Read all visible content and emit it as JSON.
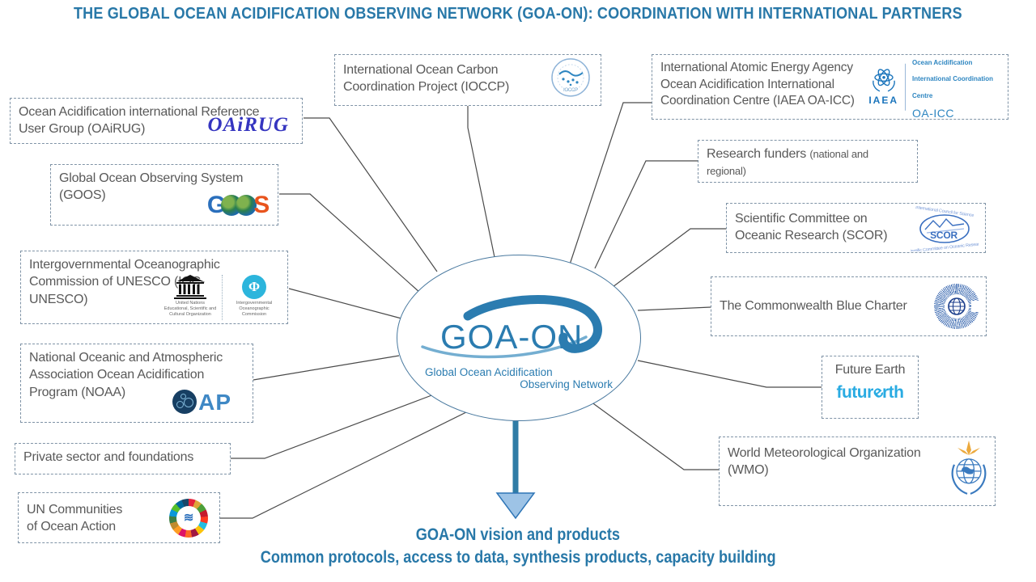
{
  "title": "THE GLOBAL OCEAN ACIDIFICATION OBSERVING NETWORK (GOA-ON): COORDINATION WITH INTERNATIONAL PARTNERS",
  "center": {
    "logo": "GOA-ON",
    "sub1": "Global Ocean Acidification",
    "sub2": "Observing Network"
  },
  "footer": {
    "line1": "GOA-ON vision and products",
    "line2": "Common protocols, access to data, synthesis products, capacity building"
  },
  "colors": {
    "accent": "#2878a8",
    "box_text": "#595959",
    "box_border": "#7f93a6",
    "connector": "#4a4a4a",
    "arrow_stem": "#2f7ca6",
    "arrow_head": "#9dc3e6",
    "goaon_blue": "#2b7cb0",
    "future_earth_blue": "#29abe2"
  },
  "partners": {
    "oairug": {
      "label": "Ocean Acidification international Reference User Group (OAiRUG)",
      "logo": "OAiRUG"
    },
    "goos": {
      "label": "Global Ocean Observing System (GOOS)",
      "logo_g": "G",
      "logo_s": "S"
    },
    "ioc_unesco": {
      "label": "Intergovernmental Oceanographic Commission of UNESCO (IOC-UNESCO)",
      "unesco_caption": "United Nations Educational, Scientific and Cultural Organization",
      "ioc_caption": "Intergovernmental Oceanographic Commission",
      "ioc_glyph": "Φ"
    },
    "noaa": {
      "label": "National Oceanic and Atmospheric Association Ocean Acidification Program (NOAA)",
      "logo_suffix": "AP"
    },
    "private": {
      "label": "Private sector and foundations"
    },
    "un_coa": {
      "label": "UN Communities of Ocean Action",
      "wheel_glyph": "≋"
    },
    "ioccp": {
      "label": "International Ocean Carbon Coordination Project (IOCCP)",
      "logo": "IOCCP"
    },
    "iaea": {
      "label": "International Atomic Energy Agency Ocean Acidification International Coordination Centre (IAEA OA-ICC)",
      "logo_acronym": "IAEA",
      "logo_caption": "Ocean Acidification International Coordination Centre",
      "logo_short": "OA-ICC"
    },
    "funders": {
      "label": "Research funders",
      "sublabel": "(national and regional)"
    },
    "scor": {
      "label": "Scientific Committee on Oceanic Research (SCOR)",
      "logo": "SCOR"
    },
    "commonwealth": {
      "label": "The Commonwealth Blue Charter"
    },
    "future_earth": {
      "label": "Future Earth",
      "logo_prefix": "futur",
      "logo_e": "e",
      "logo_suffix": "rth"
    },
    "wmo": {
      "label": "World Meteorological Organization (WMO)"
    }
  }
}
